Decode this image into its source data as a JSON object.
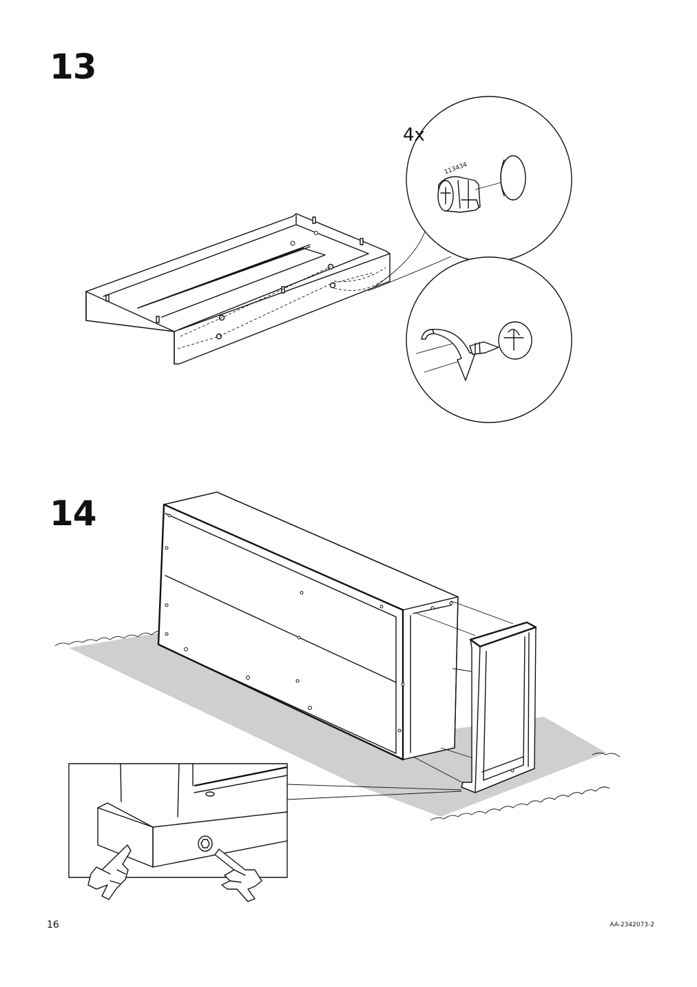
{
  "steps": [
    {
      "number": "13",
      "quantity": "4x",
      "part_number": "113434"
    },
    {
      "number": "14"
    }
  ],
  "footer": {
    "page_number": "16",
    "document_id": "AA-2342073-2"
  },
  "icons": [
    "cam-lock-fitting-icon",
    "screwdriver-turn-icon",
    "hands-pointing-icon",
    "bolt-hole-icon"
  ]
}
